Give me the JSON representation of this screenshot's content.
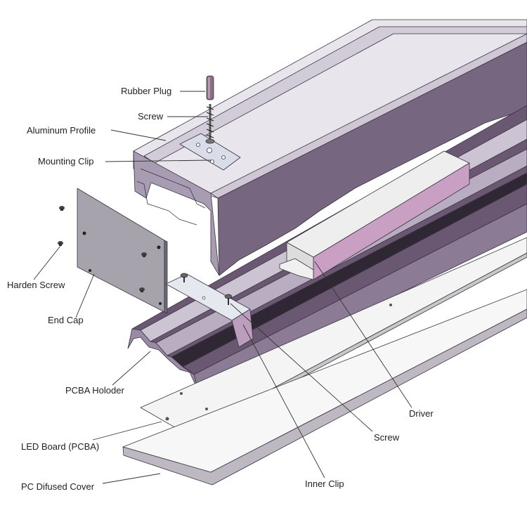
{
  "labels": {
    "rubber_plug": "Rubber Plug",
    "screw_top": "Screw",
    "aluminum_profile": "Aluminum Profile",
    "mounting_clip": "Mounting Clip",
    "harden_screw": "Harden Screw",
    "end_cap": "End Cap",
    "pcba_holder": "PCBA Holoder",
    "led_board": "LED Board (PCBA)",
    "pc_cover": "PC Difused Cover",
    "inner_clip": "Inner Clip",
    "screw_bottom": "Screw",
    "driver": "Driver"
  },
  "colors": {
    "profile_light": "#e6e3ea",
    "profile_mid": "#b8aec0",
    "profile_dark": "#77667f",
    "profile_darker": "#5e4f66",
    "panel": "#a9a6b0",
    "driver": "#c9a0c4",
    "board": "#f2f2f2",
    "edge": "#3a3340"
  }
}
